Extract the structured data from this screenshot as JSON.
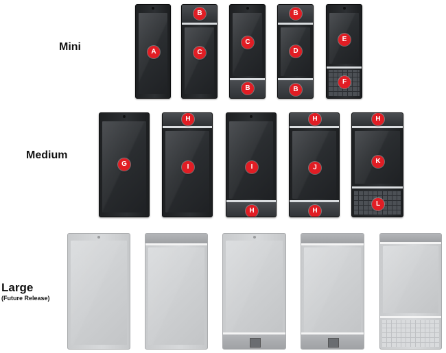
{
  "rows": {
    "mini": {
      "label": "Mini"
    },
    "medium": {
      "label": "Medium"
    },
    "large": {
      "label": "Large",
      "note": "(Future Release)"
    }
  },
  "markers": {
    "mini": [
      "A",
      "B",
      "C",
      "C",
      "B",
      "B",
      "D",
      "B",
      "E",
      "F"
    ],
    "medium": [
      "G",
      "H",
      "I",
      "I",
      "H",
      "H",
      "J",
      "H",
      "H",
      "K",
      "L"
    ]
  },
  "colors": {
    "marker": "#e11d24",
    "phone_dark": "#26292c",
    "phone_light": "#cfd1d3"
  }
}
